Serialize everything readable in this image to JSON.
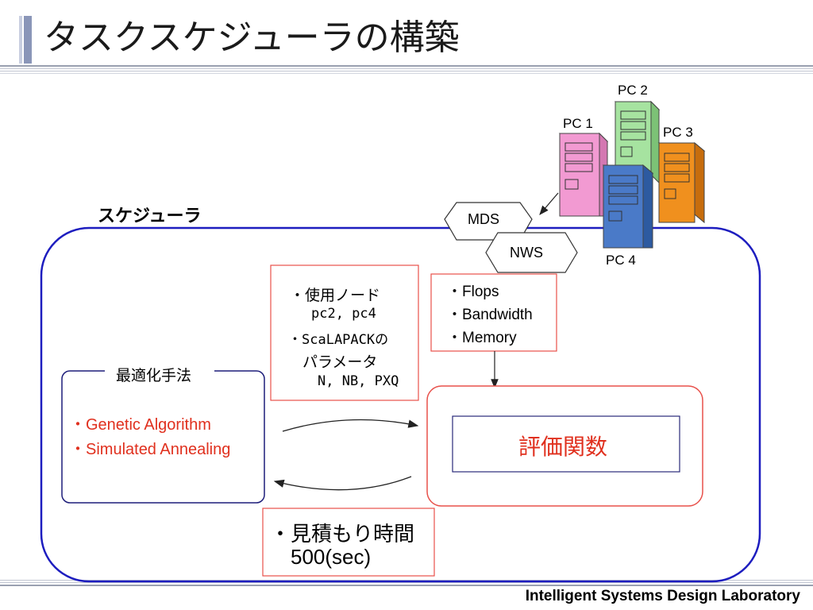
{
  "slide": {
    "title": "タスクスケジューラの構築",
    "footer": "Intelligent Systems Design Laboratory"
  },
  "diagram": {
    "scheduler_label": "スケジューラ",
    "pcs": [
      {
        "label": "PC 1",
        "color": "#f29ad2"
      },
      {
        "label": "PC 2",
        "color": "#a6e3a0"
      },
      {
        "label": "PC 3",
        "color": "#f0901e"
      },
      {
        "label": "PC 4",
        "color": "#4a7ac8"
      }
    ],
    "mds_label": "MDS",
    "nws_label": "NWS",
    "params_box": {
      "lines": [
        "・使用ノード",
        "pc2, pc4",
        "・ScaLAPACKの",
        "パラメータ",
        "N, NB, PXQ"
      ]
    },
    "metrics_box": {
      "lines": [
        "・Flops",
        "・Bandwidth",
        "・Memory"
      ]
    },
    "optimization_box": {
      "title": "最適化手法",
      "lines": [
        "・Genetic Algorithm",
        "・Simulated Annealing"
      ]
    },
    "evaluation_label": "評価関数",
    "estimate_box": {
      "lines": [
        "・見積もり時間",
        "500(sec)"
      ]
    },
    "colors": {
      "scheduler_border": "#1d1dbf",
      "red_box_border": "#e8504a",
      "accent_red": "#e0301e"
    }
  }
}
